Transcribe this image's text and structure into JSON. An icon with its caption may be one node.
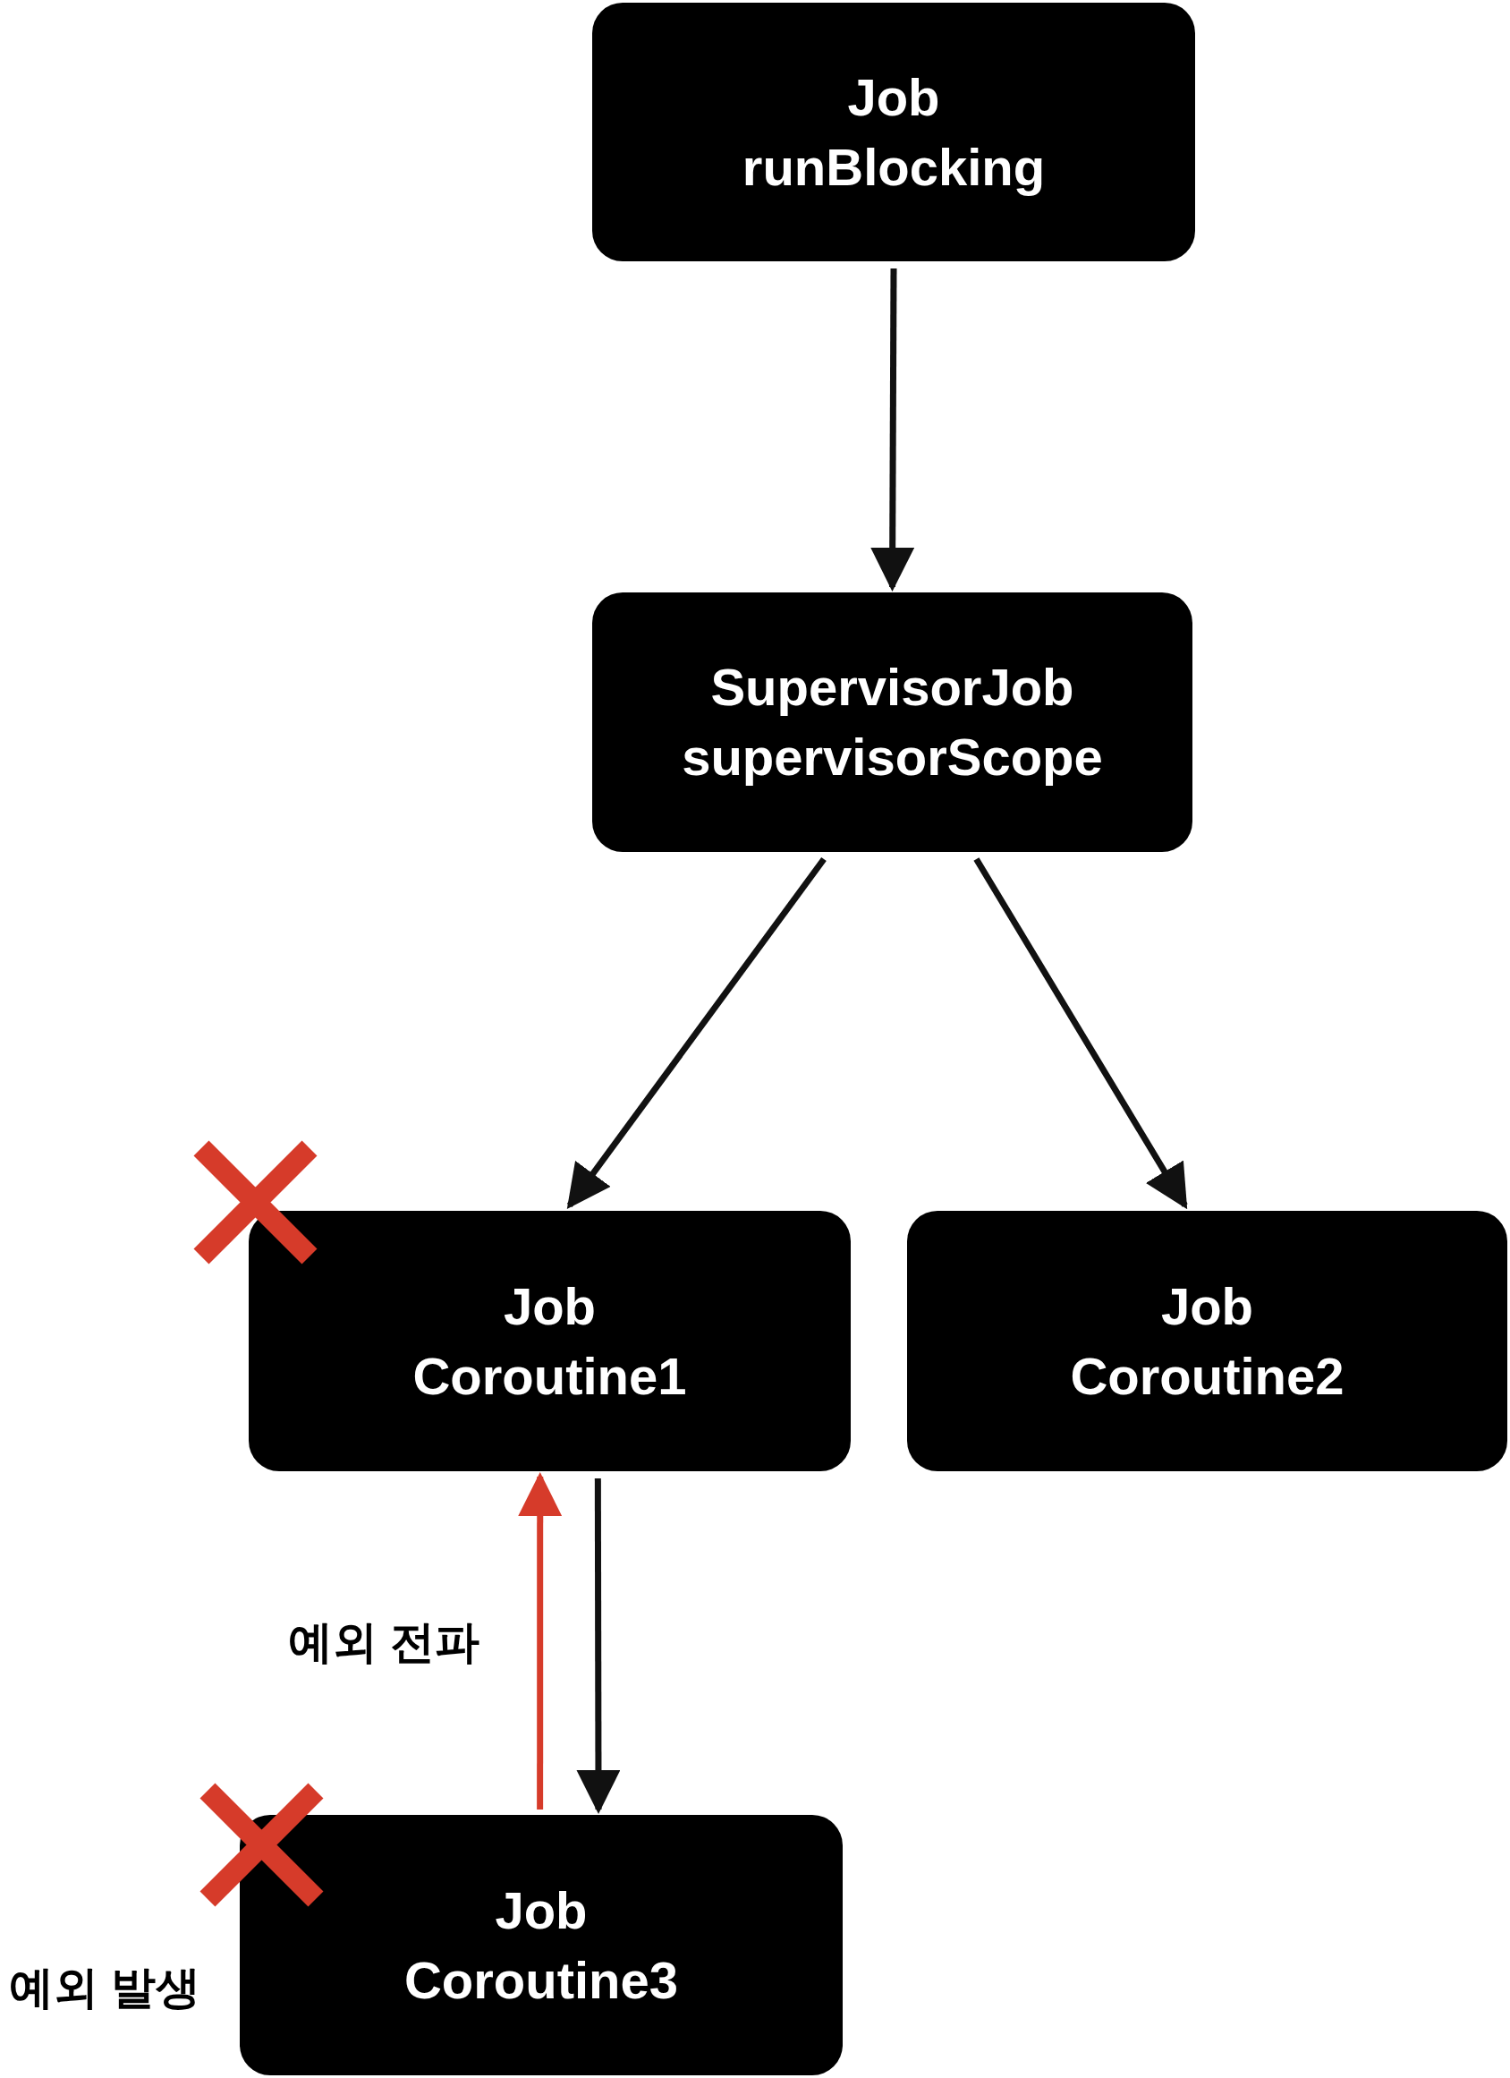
{
  "diagram": {
    "nodes": [
      {
        "text": [
          "Job",
          "runBlocking"
        ]
      },
      {
        "text": [
          "SupervisorJob",
          "supervisorScope"
        ]
      },
      {
        "text": [
          "Job",
          "Coroutine1"
        ]
      },
      {
        "text": [
          "Job",
          "Coroutine2"
        ]
      },
      {
        "text": [
          "Job",
          "Coroutine3"
        ],
        "beside": [
          "예외 발생"
        ]
      }
    ],
    "edges": [
      {
        "from": 0,
        "to": 1,
        "arrow": "to"
      },
      {
        "from": 1,
        "to": 2,
        "arrow": "to"
      },
      {
        "from": 1,
        "to": 3,
        "arrow": "to"
      },
      {
        "from": 2,
        "to": 4,
        "arrow": "to"
      },
      {
        "from": 4,
        "to": 2,
        "arrow": "to",
        "label": "예외 전파",
        "color": "#d63b2a"
      }
    ]
  }
}
